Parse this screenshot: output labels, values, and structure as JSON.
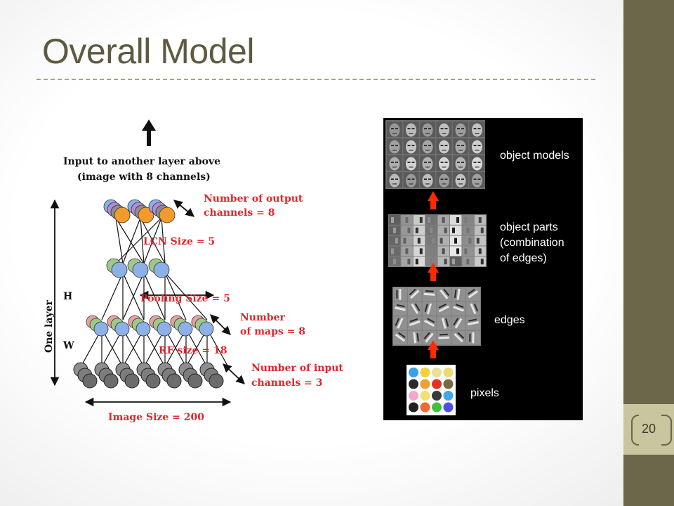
{
  "title": "Overall Model",
  "page_number": "20",
  "network": {
    "input_above": "Input to another layer above",
    "input_above_sub": "(image with 8 channels)",
    "output_channels_1": "Number  of output",
    "output_channels_2": "channels = 8",
    "lcn_size": "LCN Size = 5",
    "pooling_size": "Pooling Size = 5",
    "num_maps_1": "Number",
    "num_maps_2": "of maps = 8",
    "rf_size": "RF size = 18",
    "input_channels_1": "Number  of input",
    "input_channels_2": "channels = 3",
    "image_size": "Image Size = 200",
    "h_label": "H",
    "w_label": "W",
    "one_layer": "One layer"
  },
  "hierarchy": {
    "object_models": "object models",
    "object_parts_1": "object parts",
    "object_parts_2": "(combination",
    "object_parts_3": "of edges)",
    "edges": "edges",
    "pixels": "pixels"
  },
  "colors": {
    "title": "#5d5a41",
    "sidebar": "#6c664a",
    "badge": "#c9c59e",
    "annotation_red": "#e0262b",
    "panel_bg": "#000000",
    "arrow_red": "#ff2a00"
  }
}
